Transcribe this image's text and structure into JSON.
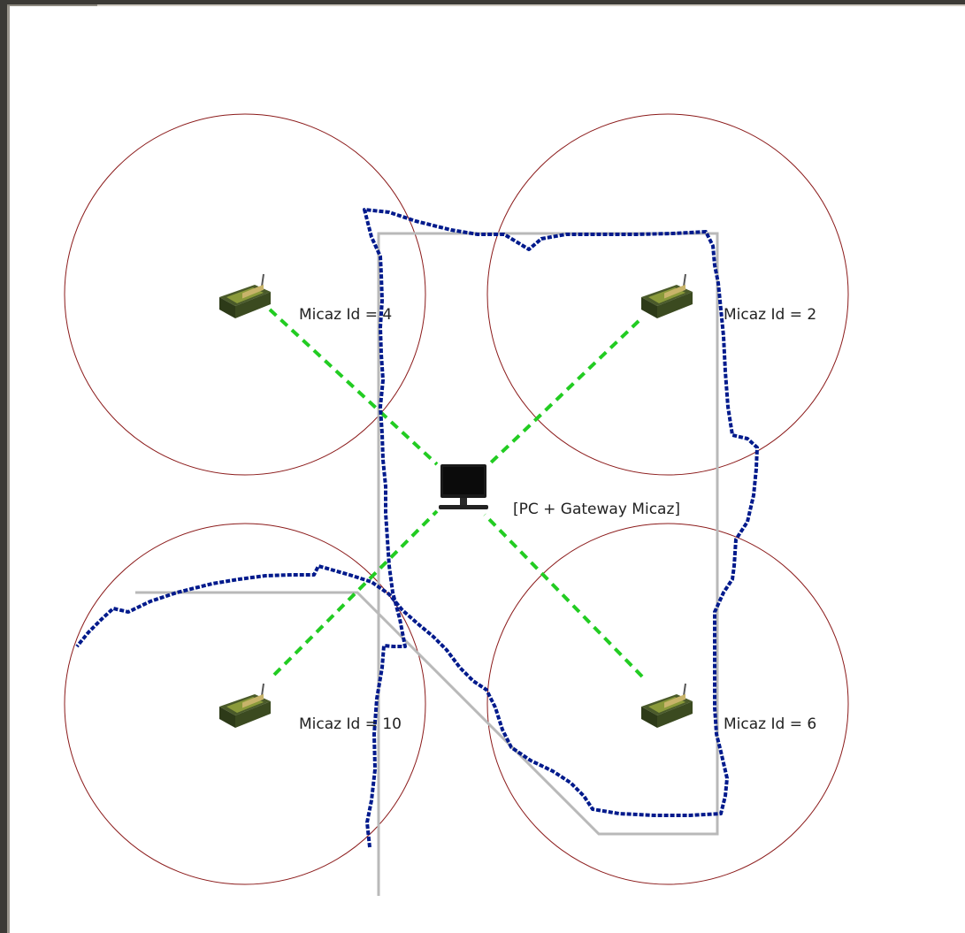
{
  "nodes": [
    {
      "id": "node-4",
      "label": "Micaz Id = 4"
    },
    {
      "id": "node-2",
      "label": "Micaz Id = 2"
    },
    {
      "id": "node-10",
      "label": "Micaz Id = 10"
    },
    {
      "id": "node-6",
      "label": "Micaz Id = 6"
    }
  ],
  "gateway": {
    "label": "[PC + Gateway Micaz]"
  },
  "colors": {
    "range_circle": "#8b1a1a",
    "link": "#22cc22",
    "path_actual": "#001a8c",
    "path_reference": "#b9b9b9",
    "frame": "#3c3a36"
  },
  "icons": {
    "node": "micaz-mote-icon",
    "gateway": "pc-monitor-icon"
  }
}
